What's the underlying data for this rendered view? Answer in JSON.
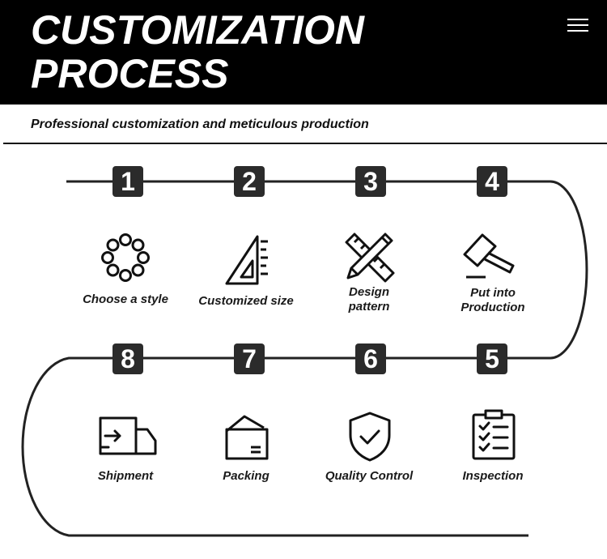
{
  "header": {
    "title_line1": "CUSTOMIZATION",
    "title_line2": "PROCESS",
    "menu_icon": "hamburger-menu-icon"
  },
  "subtitle": "Professional customization and meticulous production",
  "steps": [
    {
      "number": "1",
      "label": "Choose a style",
      "icon": "bead-ring-icon"
    },
    {
      "number": "2",
      "label": "Customized size",
      "icon": "triangle-ruler-icon"
    },
    {
      "number": "3",
      "label": "Design\npattern",
      "icon": "pencil-ruler-icon"
    },
    {
      "number": "4",
      "label": "Put into\nProduction",
      "icon": "gavel-icon"
    },
    {
      "number": "5",
      "label": "Inspection",
      "icon": "checklist-icon"
    },
    {
      "number": "6",
      "label": "Quality Control",
      "icon": "shield-check-icon"
    },
    {
      "number": "7",
      "label": "Packing",
      "icon": "package-icon"
    },
    {
      "number": "8",
      "label": "Shipment",
      "icon": "delivery-truck-icon"
    }
  ],
  "colors": {
    "header_bg": "#000000",
    "badge_bg": "#2b2b2b",
    "line": "#222222"
  }
}
